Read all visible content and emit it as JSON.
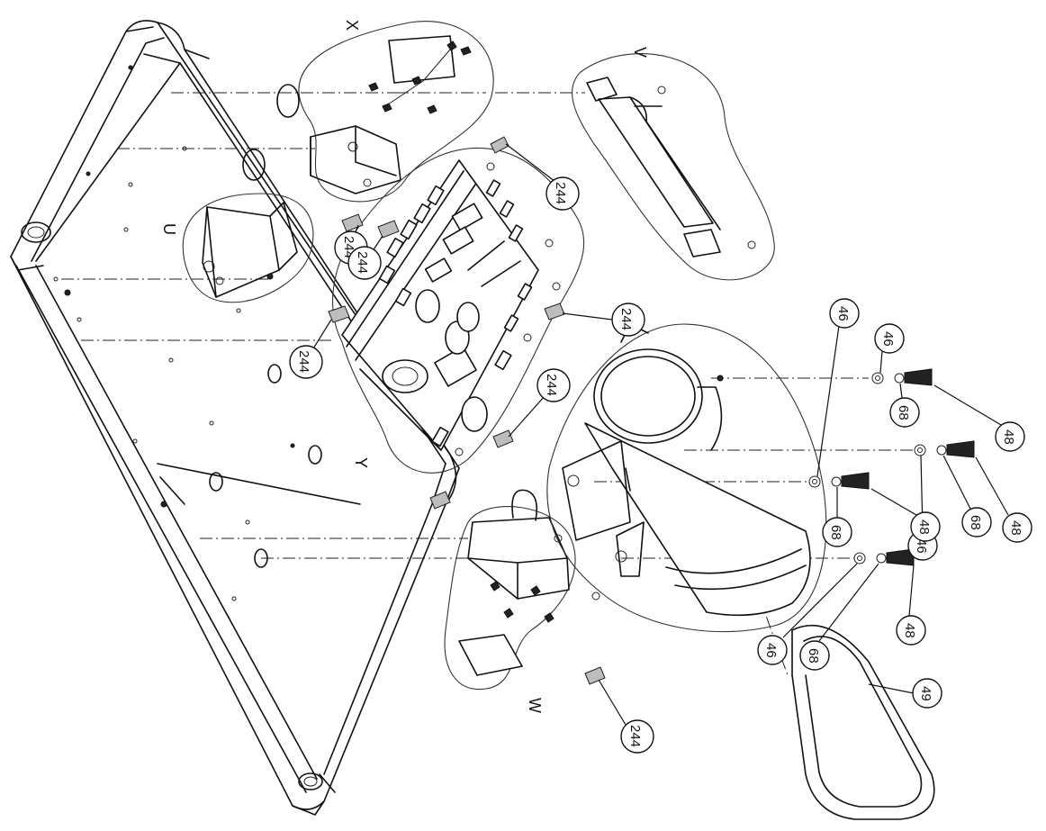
{
  "group_labels": [
    {
      "id": "x",
      "text": "X"
    },
    {
      "id": "v",
      "text": "V"
    },
    {
      "id": "u",
      "text": "U"
    },
    {
      "id": "y",
      "text": "Y"
    },
    {
      "id": "w",
      "text": "W"
    }
  ],
  "callouts": [
    {
      "id": "c244a",
      "text": "244"
    },
    {
      "id": "c244b",
      "text": "244"
    },
    {
      "id": "c244c",
      "text": "244"
    },
    {
      "id": "c244d",
      "text": "244"
    },
    {
      "id": "c244e",
      "text": "244"
    },
    {
      "id": "c244f",
      "text": "244"
    },
    {
      "id": "c244g",
      "text": "244"
    },
    {
      "id": "c46a",
      "text": "46"
    },
    {
      "id": "c46b",
      "text": "46"
    },
    {
      "id": "c46c",
      "text": "46"
    },
    {
      "id": "c46d",
      "text": "46"
    },
    {
      "id": "c68a",
      "text": "68"
    },
    {
      "id": "c68b",
      "text": "68"
    },
    {
      "id": "c68c",
      "text": "68"
    },
    {
      "id": "c68d",
      "text": "68"
    },
    {
      "id": "c48a",
      "text": "48"
    },
    {
      "id": "c48b",
      "text": "48"
    },
    {
      "id": "c48c",
      "text": "48"
    },
    {
      "id": "c48d",
      "text": "48"
    },
    {
      "id": "c49",
      "text": "49"
    }
  ]
}
